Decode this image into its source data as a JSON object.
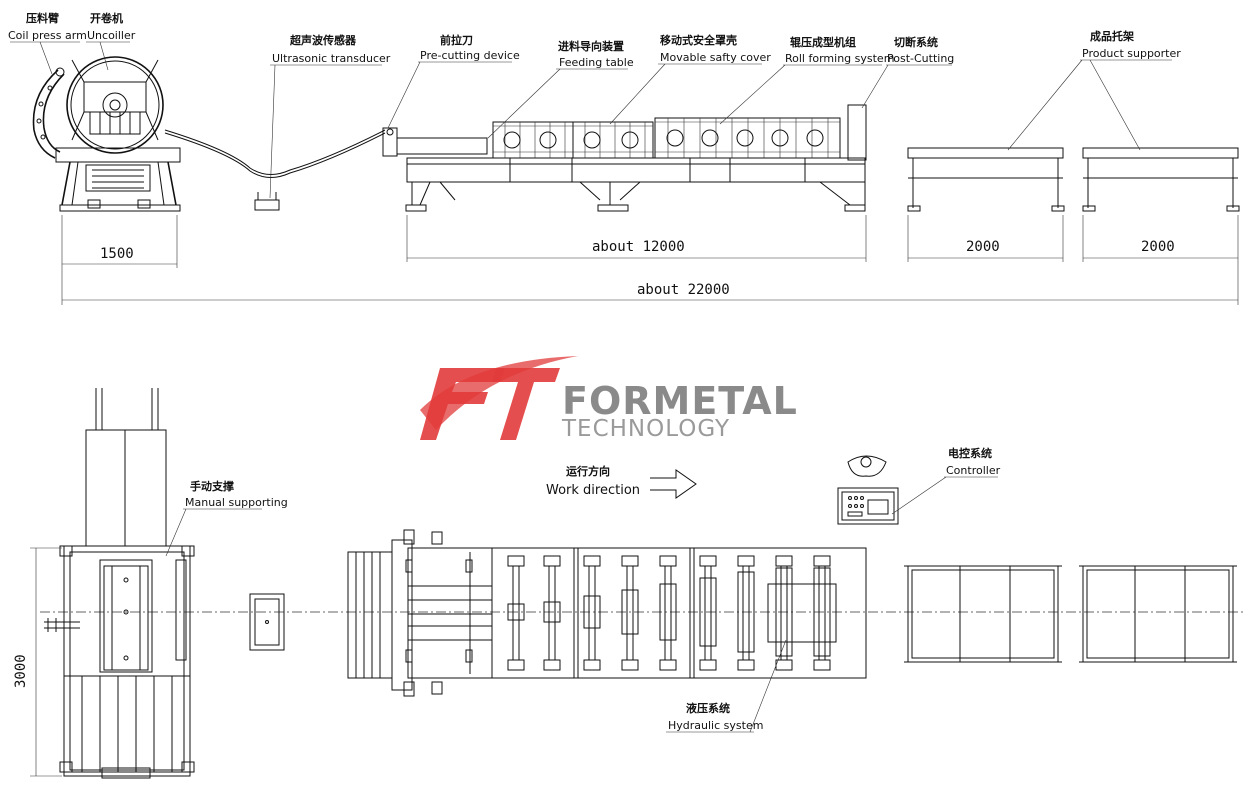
{
  "labels": {
    "coil_press_arm": {
      "cn": "压料臂",
      "en": "Coil press arm"
    },
    "uncoiller": {
      "cn": "开卷机",
      "en": "Uncoiller"
    },
    "ultrasonic": {
      "cn": "超声波传感器",
      "en": "Ultrasonic transducer"
    },
    "pre_cutting": {
      "cn": "前拉刀",
      "en": "Pre-cutting device"
    },
    "feeding_table": {
      "cn": "进料导向装置",
      "en": "Feeding table"
    },
    "safety_cover": {
      "cn": "移动式安全罩壳",
      "en": "Movable safty cover"
    },
    "roll_forming": {
      "cn": "辊压成型机组",
      "en": "Roll forming system"
    },
    "post_cutting": {
      "cn": "切断系统",
      "en": "Post-Cutting"
    },
    "product_supporter": {
      "cn": "成品托架",
      "en": "Product supporter"
    },
    "manual_supporting": {
      "cn": "手动支撑",
      "en": "Manual supporting"
    },
    "work_direction": {
      "cn": "运行方向",
      "en": "Work direction"
    },
    "controller": {
      "cn": "电控系统",
      "en": "Controller"
    },
    "hydraulic": {
      "cn": "液压系统",
      "en": "Hydraulic system"
    }
  },
  "dimensions": {
    "uncoiler_len": "1500",
    "machine_len": "about 12000",
    "supporter1_len": "2000",
    "supporter2_len": "2000",
    "total_len": "about 22000",
    "width": "3000"
  },
  "brand": {
    "name": "FORMETAL",
    "sub": "TECHNOLOGY",
    "logo_color": "#e23b3b",
    "text_color": "#8a8a8a"
  }
}
